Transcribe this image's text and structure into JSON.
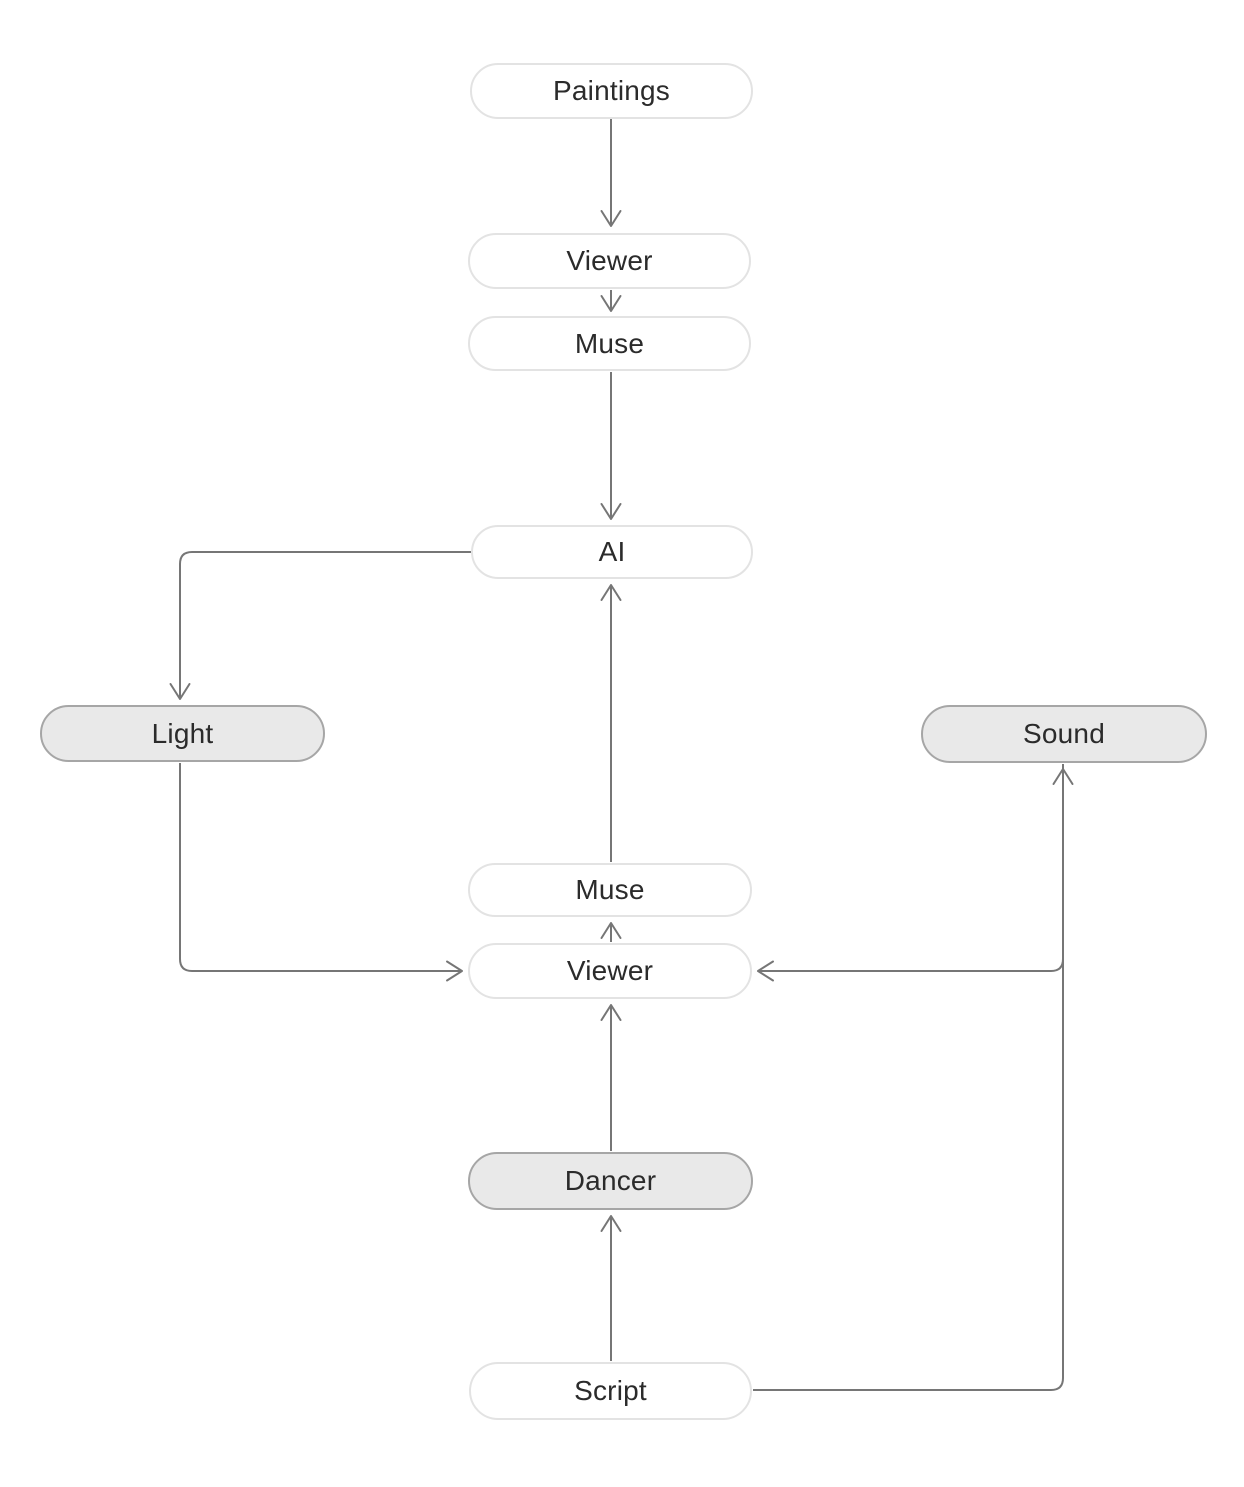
{
  "diagram": {
    "type": "flowchart",
    "background_color": "#ffffff",
    "colors": {
      "node_fill": "#ffffff",
      "node_border": "#e3e3e3",
      "highlighted_node_fill": "#e9e9e9",
      "highlighted_node_border": "#a6a6a6",
      "edge_stroke": "#767676",
      "text": "#2b2b2b"
    },
    "nodes": [
      {
        "id": "paintings",
        "label": "Paintings",
        "variant": "default"
      },
      {
        "id": "viewer-top",
        "label": "Viewer",
        "variant": "default"
      },
      {
        "id": "muse-top",
        "label": "Muse",
        "variant": "default"
      },
      {
        "id": "ai",
        "label": "AI",
        "variant": "default"
      },
      {
        "id": "light",
        "label": "Light",
        "variant": "highlighted"
      },
      {
        "id": "sound",
        "label": "Sound",
        "variant": "highlighted"
      },
      {
        "id": "muse-mid",
        "label": "Muse",
        "variant": "default"
      },
      {
        "id": "viewer-mid",
        "label": "Viewer",
        "variant": "default"
      },
      {
        "id": "dancer",
        "label": "Dancer",
        "variant": "highlighted"
      },
      {
        "id": "script",
        "label": "Script",
        "variant": "default"
      }
    ],
    "edges": [
      {
        "from": "paintings",
        "to": "viewer-top"
      },
      {
        "from": "viewer-top",
        "to": "muse-top"
      },
      {
        "from": "muse-top",
        "to": "ai"
      },
      {
        "from": "ai",
        "to": "light"
      },
      {
        "from": "light",
        "to": "viewer-mid"
      },
      {
        "from": "muse-mid",
        "to": "ai"
      },
      {
        "from": "viewer-mid",
        "to": "muse-mid"
      },
      {
        "from": "dancer",
        "to": "viewer-mid"
      },
      {
        "from": "script",
        "to": "dancer"
      },
      {
        "from": "script",
        "to": "sound"
      },
      {
        "from": "sound",
        "to": "viewer-mid"
      }
    ]
  }
}
